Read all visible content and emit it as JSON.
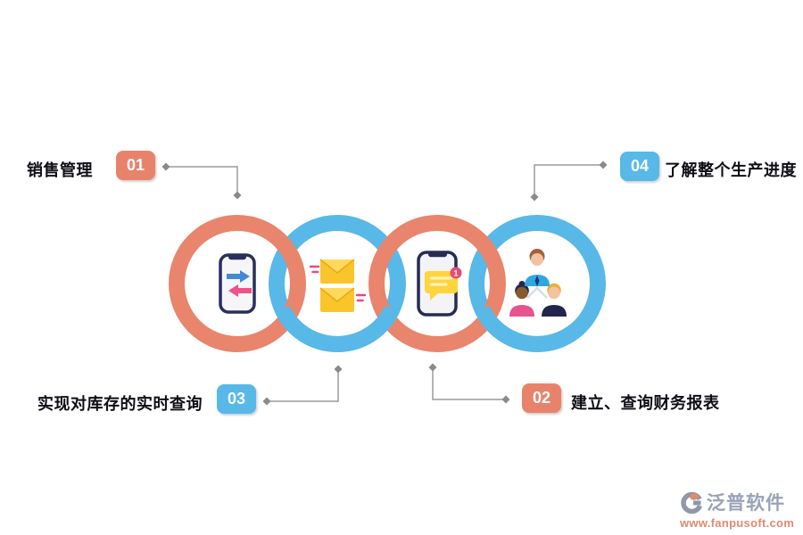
{
  "diagram": {
    "type": "interlocking-rings-process",
    "steps": {
      "s1": {
        "number": "01",
        "label": "销售管理",
        "badge_color": "#e8836b",
        "position": "top-left",
        "icon": "phone-transfer-icon"
      },
      "s2": {
        "number": "02",
        "label": "建立、查询财务报表",
        "badge_color": "#e8836b",
        "position": "bottom-right",
        "icon": "phone-chat-icon"
      },
      "s3": {
        "number": "03",
        "label": "实现对库存的实时查询",
        "badge_color": "#58b8e8",
        "position": "bottom-left",
        "icon": "mail-envelopes-icon"
      },
      "s4": {
        "number": "04",
        "label": "了解整个生产进度",
        "badge_color": "#58b8e8",
        "position": "top-right",
        "icon": "team-orgchart-icon"
      }
    },
    "rings": [
      {
        "name": "ring-1",
        "color": "#e8856c",
        "icon": "phone-transfer-icon"
      },
      {
        "name": "ring-2",
        "color": "#58b8e8",
        "icon": "mail-envelopes-icon"
      },
      {
        "name": "ring-3",
        "color": "#e8856c",
        "icon": "phone-chat-icon"
      },
      {
        "name": "ring-4",
        "color": "#58b8e8",
        "icon": "team-orgchart-icon"
      }
    ],
    "icons": {
      "notification_count": "1"
    },
    "colors": {
      "orange": "#e8836b",
      "blue": "#58b8e8",
      "connector": "#9b9b9b",
      "label_text": "#0d0d15"
    }
  },
  "logo": {
    "name": "泛普软件",
    "url": "www.fanpusoft.com"
  }
}
